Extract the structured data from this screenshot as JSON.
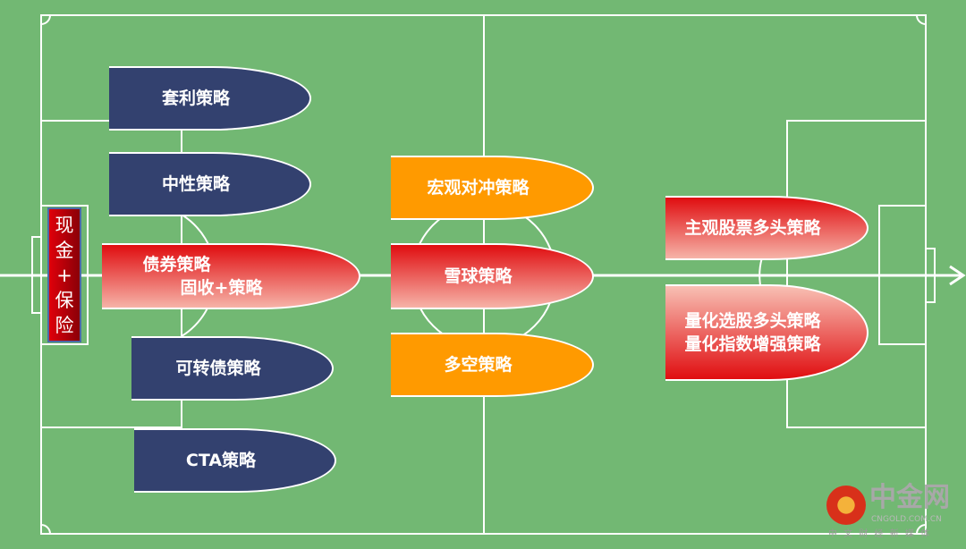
{
  "left_box": {
    "chars": [
      "现",
      "金",
      "+",
      "保",
      "险"
    ]
  },
  "strategies": {
    "arbitrage": "套利策略",
    "neutral": "中性策略",
    "bond_line1": "债券策略",
    "bond_line2": "固收+策略",
    "convertible": "可转债策略",
    "cta": "CTA策略",
    "macro": "宏观对冲策略",
    "snowball": "雪球策略",
    "long_short": "多空策略",
    "subjective": "主观股票多头策略",
    "quant_line1": "量化选股多头策略",
    "quant_line2": "量化指数增强策略"
  },
  "watermark": {
    "name": "中金网",
    "url": "CNGOLD.COM.CN",
    "tagline": "中 文 财 经 新 媒 体"
  }
}
